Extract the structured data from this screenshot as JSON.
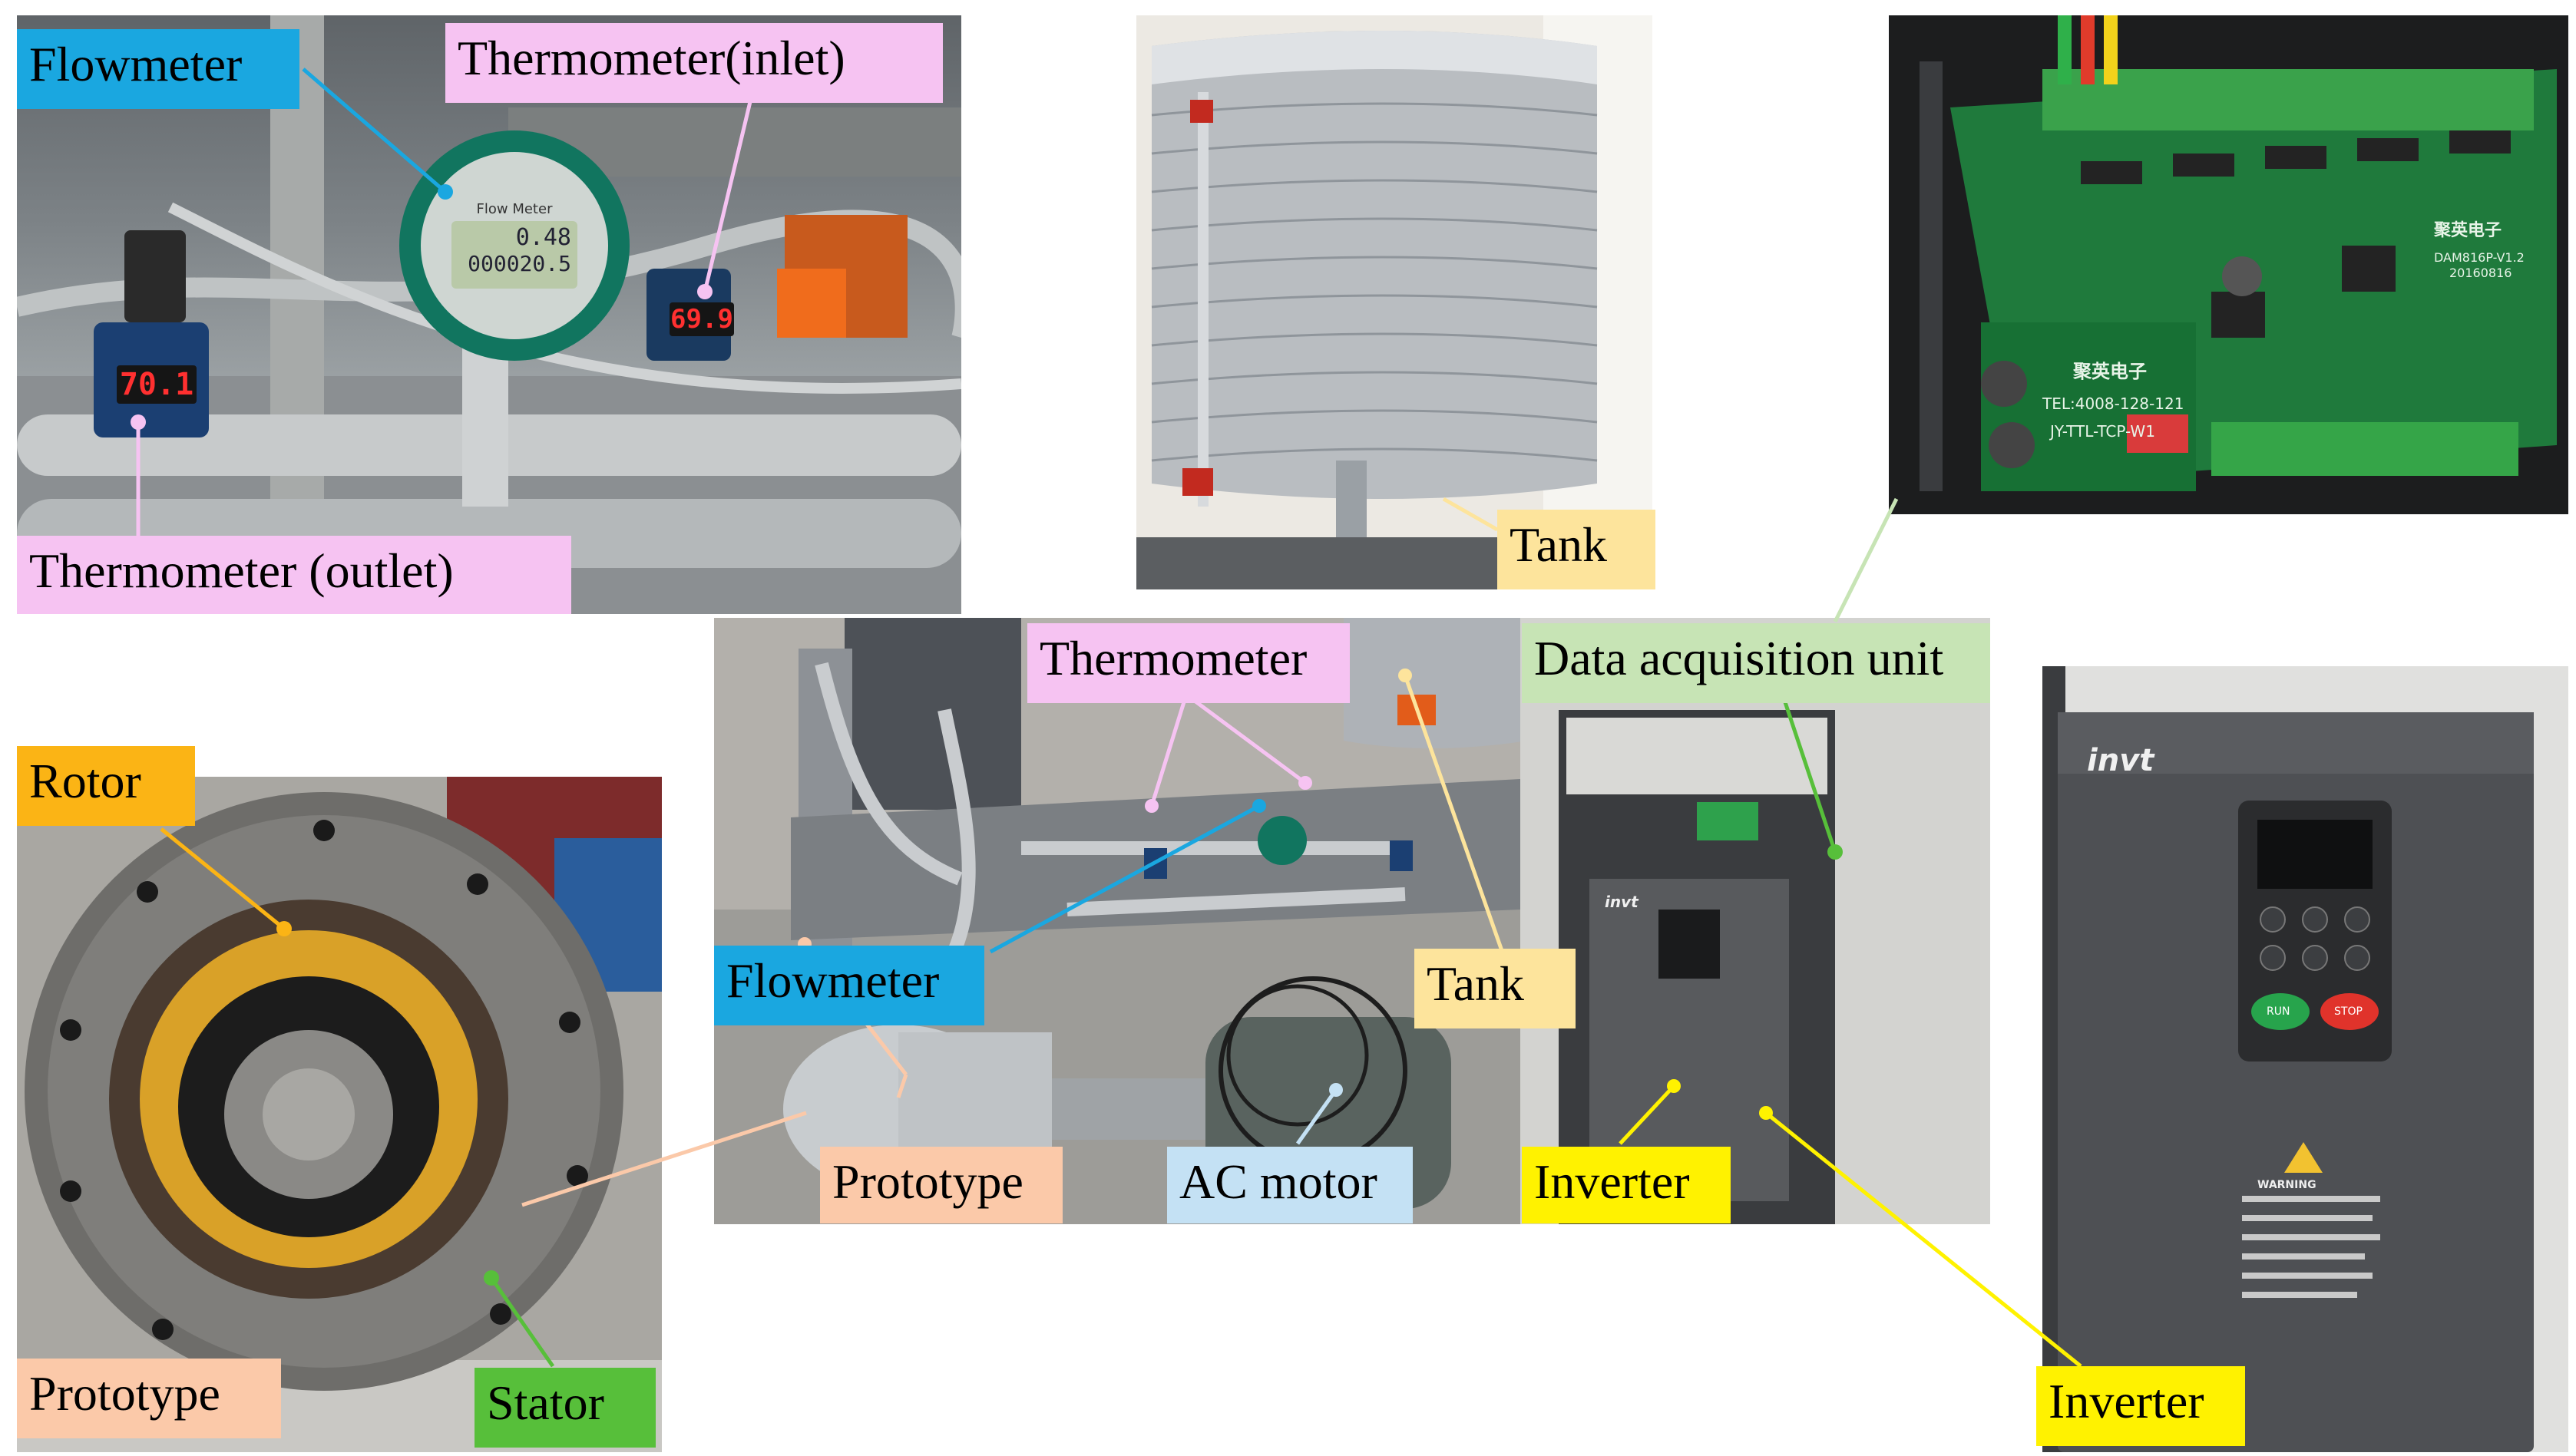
{
  "labels": {
    "flowmeter_top": "Flowmeter",
    "thermometer_inlet": "Thermometer(inlet)",
    "thermometer_outlet": "Thermometer (outlet)",
    "tank_top": "Tank",
    "rotor": "Rotor",
    "prototype_left": "Prototype",
    "stator": "Stator",
    "thermometer_center": "Thermometer",
    "data_acquisition": "Data acquisition unit",
    "flowmeter_center": "Flowmeter",
    "tank_center": "Tank",
    "prototype_center": "Prototype",
    "ac_motor": "AC motor",
    "inverter_center": "Inverter",
    "inverter_right": "Inverter"
  },
  "readouts": {
    "thermo_outlet_value": "70.1",
    "thermo_inlet_value": "69.9",
    "flow_meter_title": "Flow Meter",
    "flow_line1": "0.48",
    "flow_line2": "000020.5"
  },
  "device_text": {
    "pcb_brand": "聚英电子",
    "pcb_model": "DAM816P-V1.2",
    "pcb_date": "20160816",
    "pcb_tel": "TEL:4008-128-121",
    "pcb_module": "JY-TTL-TCP-W1",
    "inverter_brand": "invt",
    "inverter_brand_small": "invt",
    "inverter_run": "RUN",
    "inverter_stop": "STOP",
    "inverter_warning": "WARNING"
  },
  "colors": {
    "flowmeter_blue": "#1aa7e0",
    "thermometer_pink": "#f6c3f2",
    "tank_yellow": "#fde49c",
    "rotor_orange": "#fbb415",
    "prototype_peach": "#fbc9a9",
    "stator_green": "#57bf3a",
    "daq_green": "#c7e4b5",
    "motor_lightblue": "#c4e1f4",
    "inverter_yellow": "#fff200"
  }
}
